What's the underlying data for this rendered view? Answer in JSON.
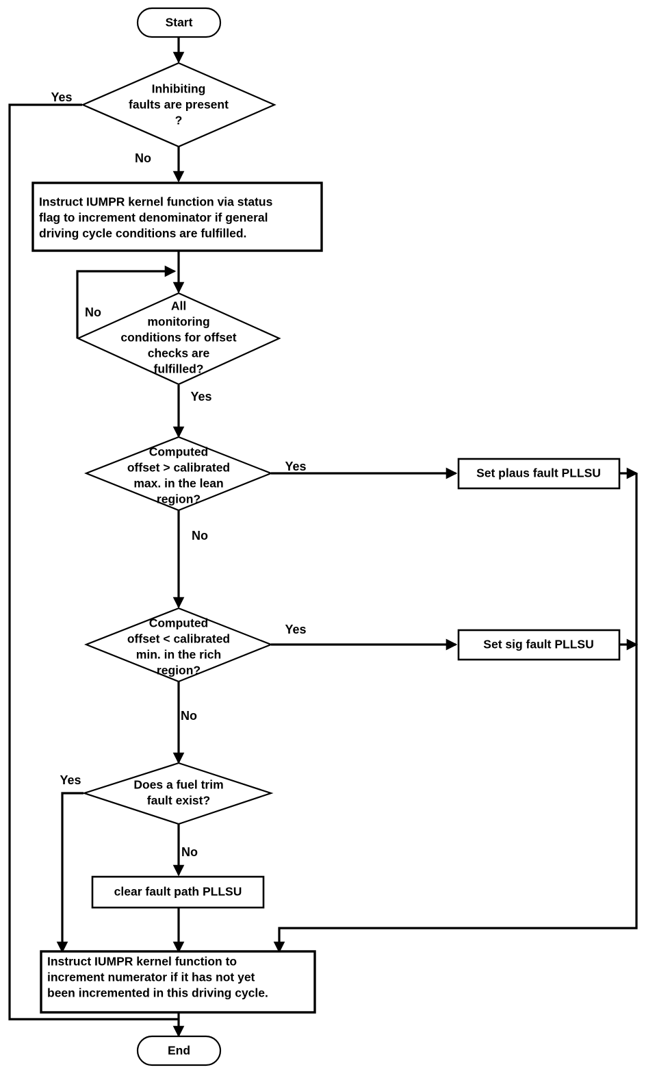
{
  "diagram": {
    "title": "IUMPR offset check monitoring flowchart",
    "colors": {
      "background": "#ffffff",
      "stroke": "#000000",
      "fill": "#ffffff"
    },
    "nodes": {
      "start": {
        "type": "terminator",
        "label": "Start"
      },
      "inhibiting_faults": {
        "type": "decision",
        "lines": [
          "Inhibiting",
          "faults are present",
          "?"
        ]
      },
      "instruct_denominator": {
        "type": "process",
        "lines": [
          "Instruct IUMPR kernel function via status",
          "flag to increment denominator if general",
          "driving cycle conditions are fulfilled."
        ]
      },
      "monitoring_conditions": {
        "type": "decision",
        "lines": [
          "All",
          "monitoring",
          "conditions for offset",
          "checks are",
          "fulfilled?"
        ]
      },
      "offset_gt_max_lean": {
        "type": "decision",
        "lines": [
          "Computed",
          "offset > calibrated",
          "max. in the lean",
          "region?"
        ]
      },
      "set_plaus_fault": {
        "type": "process",
        "label": "Set plaus fault PLLSU"
      },
      "offset_lt_min_rich": {
        "type": "decision",
        "lines": [
          "Computed",
          "offset < calibrated",
          "min. in the rich",
          "region?"
        ]
      },
      "set_sig_fault": {
        "type": "process",
        "label": "Set sig fault PLLSU"
      },
      "fuel_trim_fault": {
        "type": "decision",
        "lines": [
          "Does a fuel trim",
          "fault exist?"
        ]
      },
      "clear_fault_path": {
        "type": "process",
        "label": "clear fault path PLLSU"
      },
      "instruct_numerator": {
        "type": "process",
        "lines": [
          "Instruct IUMPR kernel function to",
          "increment numerator if it has not yet",
          "been incremented in this driving cycle."
        ]
      },
      "end": {
        "type": "terminator",
        "label": "End"
      }
    },
    "edge_labels": {
      "inhibiting_yes": "Yes",
      "inhibiting_no": "No",
      "monitoring_no": "No",
      "monitoring_yes": "Yes",
      "lean_yes": "Yes",
      "lean_no": "No",
      "rich_yes": "Yes",
      "rich_no": "No",
      "fueltrim_yes": "Yes",
      "fueltrim_no": "No"
    }
  }
}
